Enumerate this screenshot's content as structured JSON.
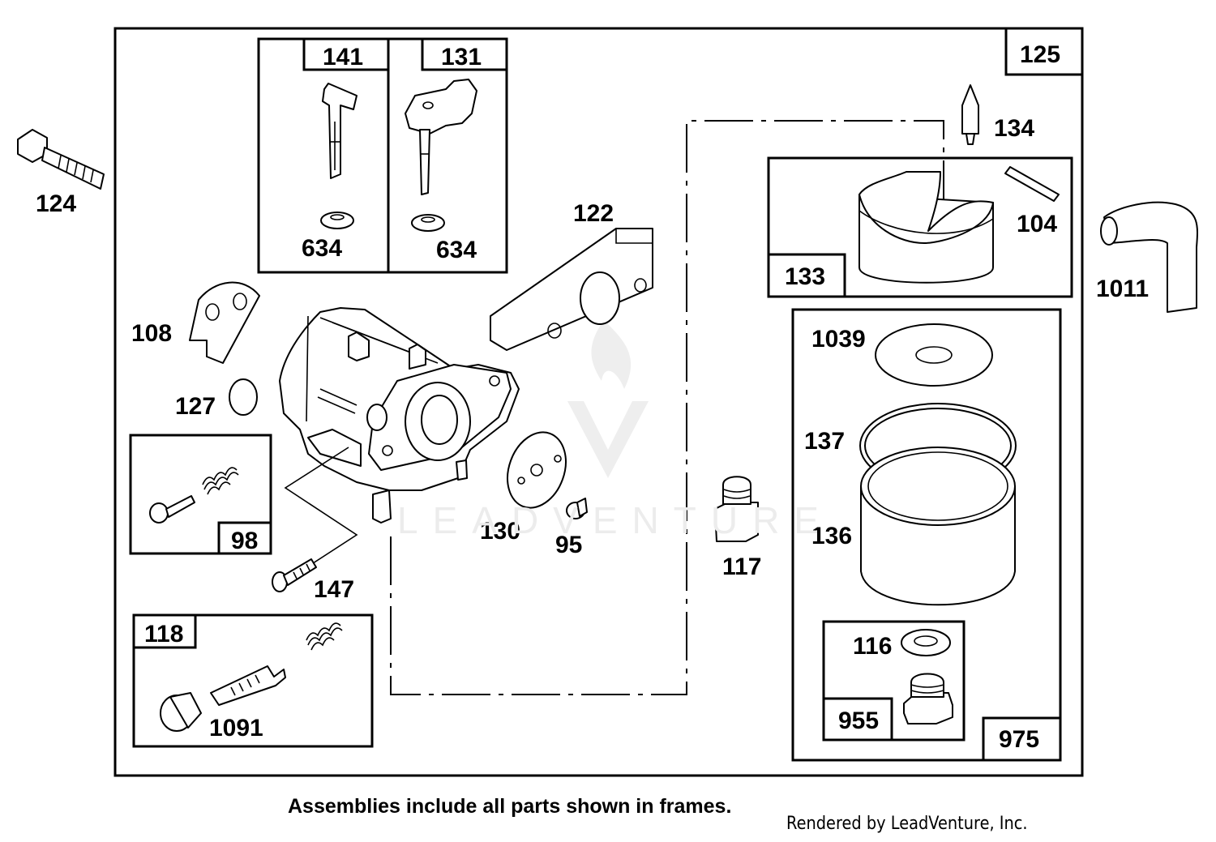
{
  "diagram": {
    "labels": {
      "p124": "124",
      "p141": "141",
      "p131": "131",
      "p125": "125",
      "p134": "134",
      "p104": "104",
      "p1011": "1011",
      "p133": "133",
      "p122": "122",
      "p634a": "634",
      "p634b": "634",
      "p108": "108",
      "p127": "127",
      "p98": "98",
      "p147": "147",
      "p130": "130",
      "p95": "95",
      "p117": "117",
      "p1039": "1039",
      "p137": "137",
      "p136": "136",
      "p118": "118",
      "p1091": "1091",
      "p116": "116",
      "p955": "955",
      "p975": "975"
    },
    "caption": "Assemblies include all parts shown in frames.",
    "credit": "Rendered by LeadVenture, Inc.",
    "watermark": "LEADVENTURE"
  }
}
